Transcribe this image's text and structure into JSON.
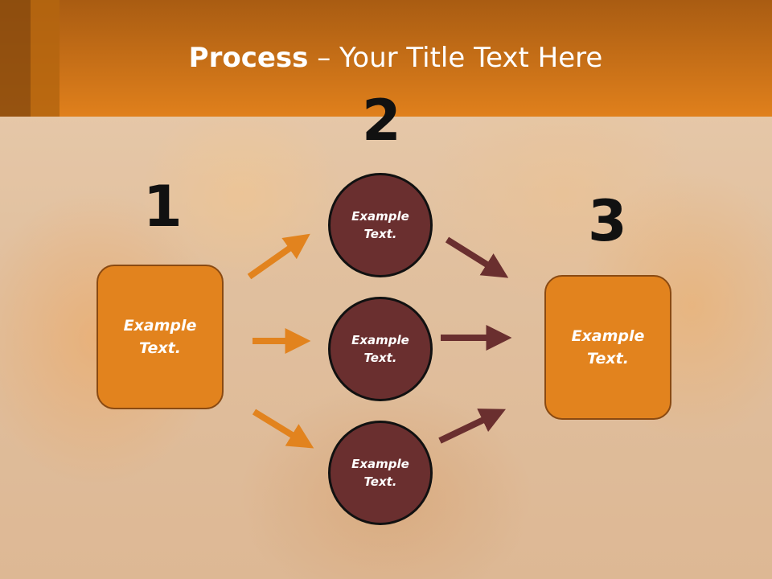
{
  "header": {
    "title_bold": "Process",
    "title_sep": " – ",
    "title_rest": "Your Title Text Here"
  },
  "steps": {
    "step1_number": "1",
    "step2_number": "2",
    "step3_number": "3"
  },
  "nodes": {
    "left_box": "Example\nText.",
    "circle_top": "Example\nText.",
    "circle_middle": "Example\nText.",
    "circle_bottom": "Example\nText.",
    "right_box": "Example\nText."
  },
  "colors": {
    "header": "#e0801c",
    "box_fill": "#e2831e",
    "circle_fill": "#6a2f2f",
    "arrow_orange": "#e2831e",
    "arrow_maroon": "#6a2f2f"
  }
}
